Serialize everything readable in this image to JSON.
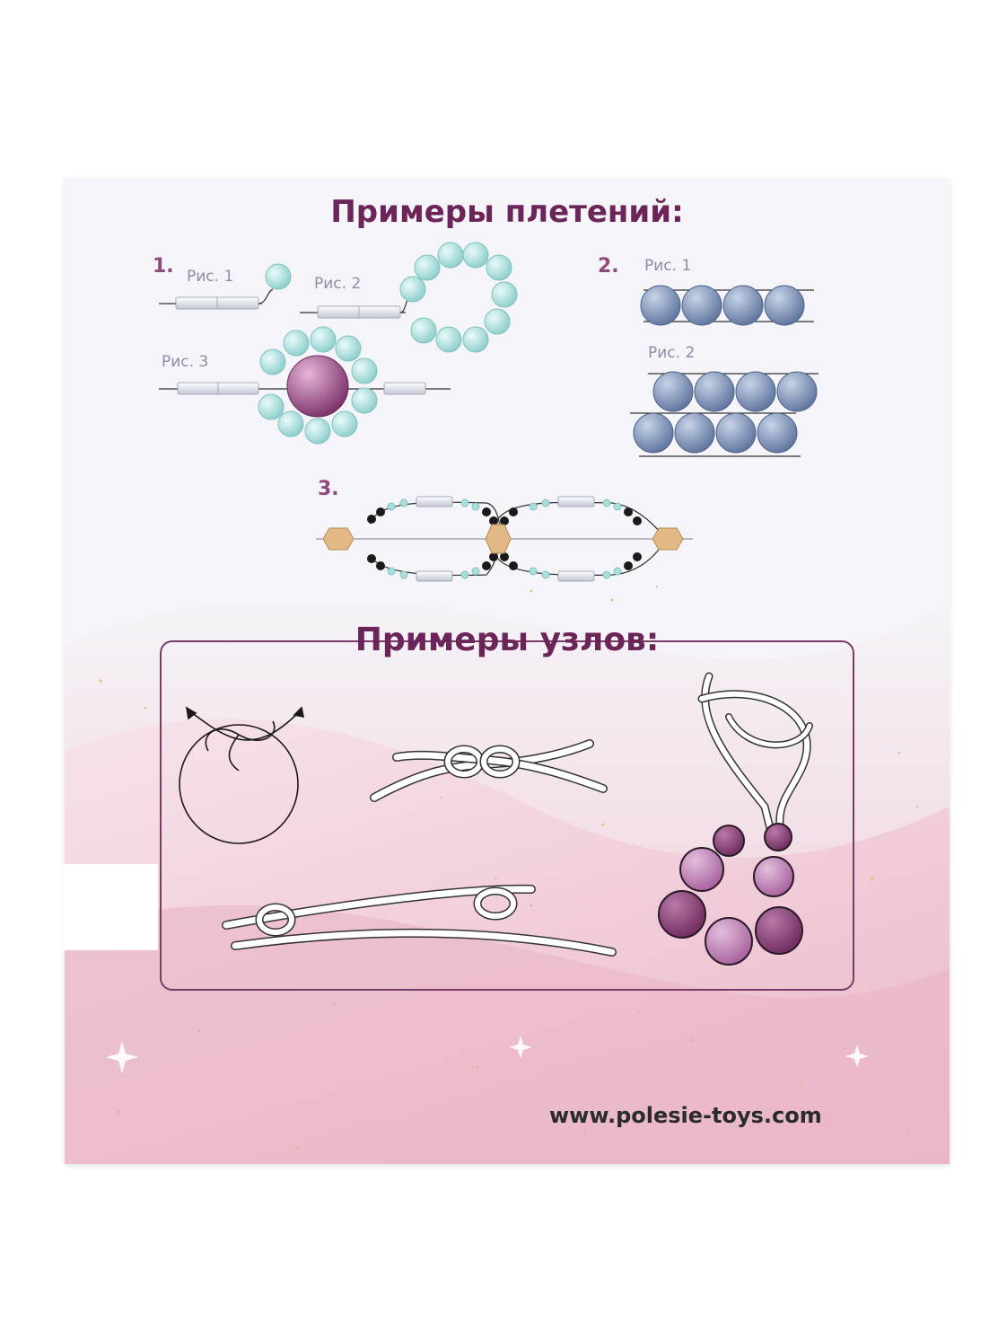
{
  "weaving": {
    "title": "Примеры плетений:",
    "group1_number": "1.",
    "group2_number": "2.",
    "group3_number": "3.",
    "g1_fig1": "Рис. 1",
    "g1_fig2": "Рис. 2",
    "g1_fig3": "Рис. 3",
    "g2_fig1": "Рис. 1",
    "g2_fig2": "Рис. 2"
  },
  "knots": {
    "title": "Примеры узлов:"
  },
  "footer": {
    "url": "www.polesie-toys.com"
  },
  "colors": {
    "title": "#6b2558",
    "number": "#8d4a7a",
    "bead_aqua": "#a8dedc",
    "bead_blue": "#7f95b8",
    "bead_plum": "#8a3f78",
    "bead_mauve": "#b77ab0",
    "crystal": "#e2b886",
    "pink_bg": "#f1c9d6"
  }
}
